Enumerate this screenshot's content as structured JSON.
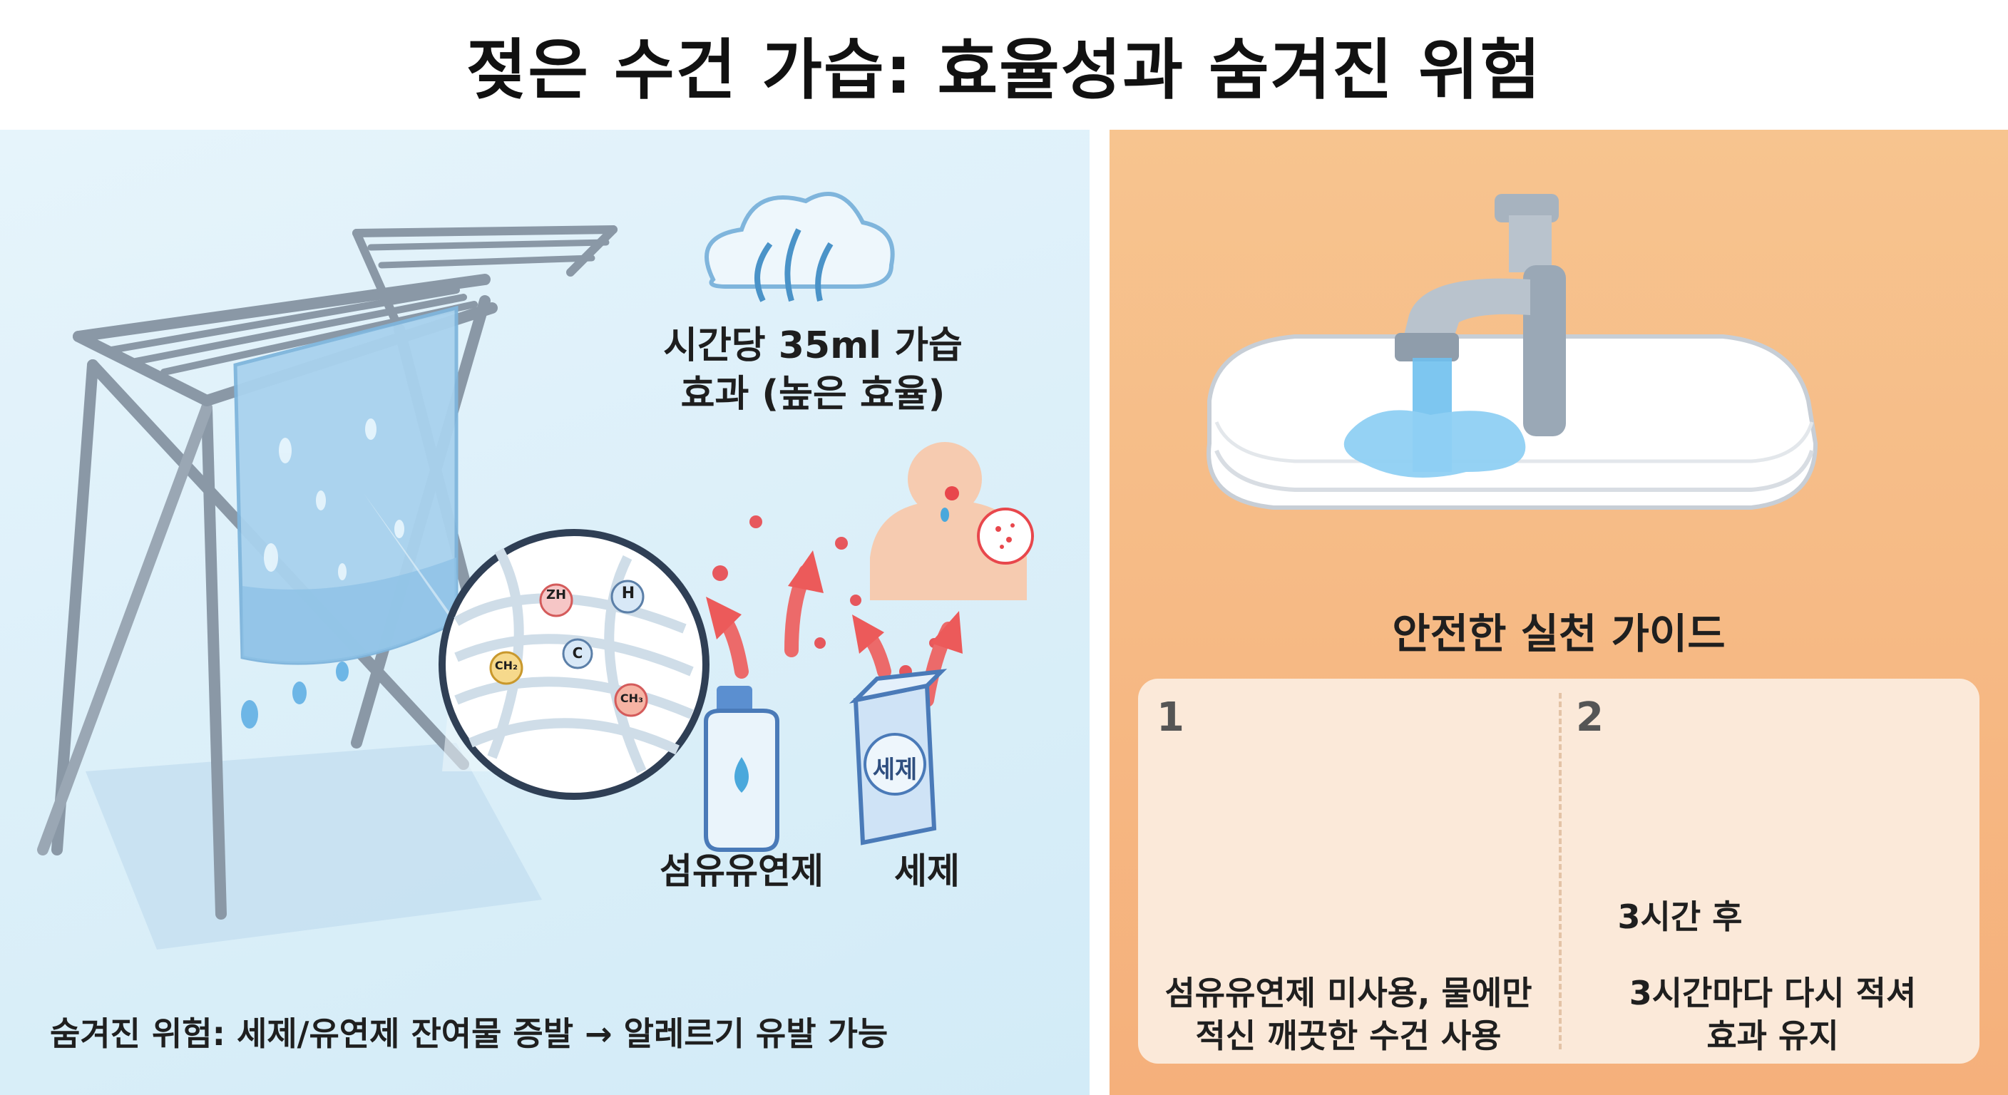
{
  "title": "젖은 수건 가습: 효율성과 숨겨진 위험",
  "left_panel": {
    "humidify_caption_line1": "시간당 35ml 가습",
    "humidify_caption_line2": "효과 (높은 효율)",
    "chemical_labels": [
      "ZH",
      "H",
      "CH₂",
      "C",
      "CH₃"
    ],
    "softener_label": "섬유유연제",
    "detergent_label": "세제",
    "detergent_box_text": "세제",
    "risk_text": "숨겨진 위험: 세제/유연제 잔여물 증발 → 알레르기 유발 가능"
  },
  "right_panel": {
    "guide_title": "안전한 실천 가이드",
    "step1": {
      "number": "1",
      "line1": "섬유유연제 미사용, 물에만",
      "line2": "적신 깨끗한 수건 사용"
    },
    "step2": {
      "number": "2",
      "after_label": "3시간 후",
      "line1": "3시간마다 다시 적셔",
      "line2": "효과 유지"
    }
  },
  "icons": [
    "drying-rack-icon",
    "cloud-steam-icon",
    "fiber-magnifier-icon",
    "allergy-person-icon",
    "softener-bottle-icon",
    "detergent-box-icon",
    "faucet-icon",
    "folded-towel-icon",
    "person-washing-icon",
    "clock-icon",
    "hanging-towel-icon",
    "refresh-icon"
  ],
  "colors": {
    "left_bg": "#d8eef8",
    "right_bg": "#f6b882",
    "card_bg": "#fbe9d9",
    "accent_red": "#e8474c",
    "water_blue": "#4aa8dc"
  }
}
